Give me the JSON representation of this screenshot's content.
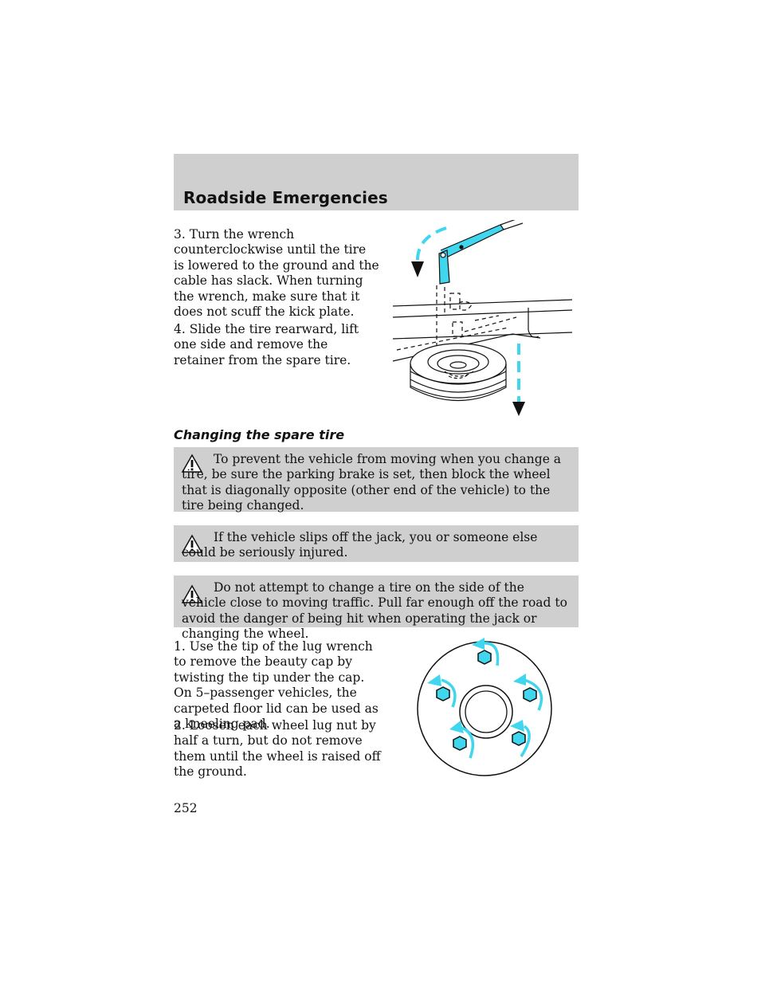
{
  "header": {
    "title": "Roadside Emergencies"
  },
  "steps_top": [
    {
      "text": "3. Turn the wrench counterclockwise until the tire is lowered to the ground and the cable has slack. When turning the wrench, make sure that it does not scuff the kick plate."
    },
    {
      "text": "4. Slide the tire rearward, lift one side and remove the retainer from the spare tire."
    }
  ],
  "section_heading": "Changing the spare tire",
  "warnings": [
    {
      "icon": "warning-triangle-icon",
      "text": "To prevent the vehicle from moving when you change a tire, be sure the parking brake is set, then block the wheel that is diagonally opposite (other end of the vehicle) to the tire being changed."
    },
    {
      "icon": "warning-triangle-icon",
      "text": "If the vehicle slips off the jack, you or someone else could be seriously injured."
    },
    {
      "icon": "warning-triangle-icon",
      "text": "Do not attempt to change a tire on the side of the vehicle close to moving traffic. Pull far enough off the road to avoid the danger of being hit when operating the jack or changing the wheel."
    }
  ],
  "steps_bottom": [
    {
      "text": "1. Use the tip of the lug wrench to remove the beauty cap by twisting the tip under the cap. On 5–passenger vehicles, the carpeted floor lid can be used as a kneeling pad."
    },
    {
      "text": "2. Loosen each wheel lug nut by half a turn, but do not remove them until the wheel is raised off the ground."
    }
  ],
  "page_number": "252",
  "colors": {
    "arrow_cyan": "#3fd6ee",
    "band_gray": "#cfcfcf"
  }
}
